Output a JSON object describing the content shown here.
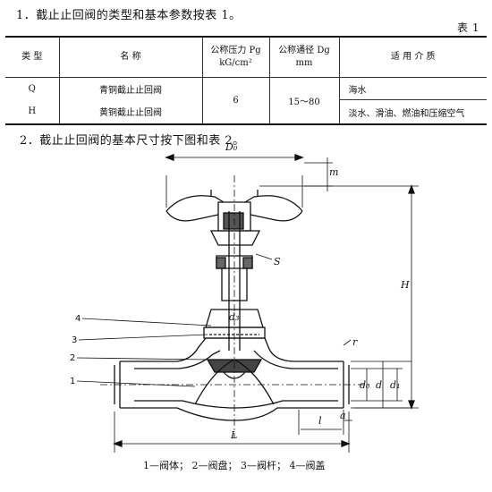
{
  "headings": {
    "h1": "1．截止止回阀的类型和基本参数按表 1。",
    "table_no": "表 1",
    "h2": "2．截止止回阀的基本尺寸按下图和表 2。"
  },
  "table": {
    "headers": [
      "类 型",
      "名 称",
      "公称压力 Pg\nkG/cm²",
      "公称通径 Dg\nmm",
      "适 用 介 质"
    ],
    "rows": [
      {
        "type": "Q",
        "name": "青铜截止止回阀",
        "media": "海水"
      },
      {
        "type": "H",
        "name": "黄铜截止止回阀",
        "media": "淡水、滑油、燃油和压缩空气"
      }
    ],
    "pressure": "6",
    "diameter": "15～80"
  },
  "figure": {
    "labels": {
      "D0": "D₀",
      "m": "m",
      "S": "S",
      "d3": "d₃",
      "H": "H",
      "r": "r",
      "d0": "d₀",
      "d": "d",
      "d1": "d₁",
      "l": "l",
      "a": "a",
      "L": "L"
    },
    "callouts": [
      "4",
      "3",
      "2",
      "1"
    ],
    "caption": "1—阀体；  2—阀盘；  3—阀杆；  4—阀盖"
  }
}
